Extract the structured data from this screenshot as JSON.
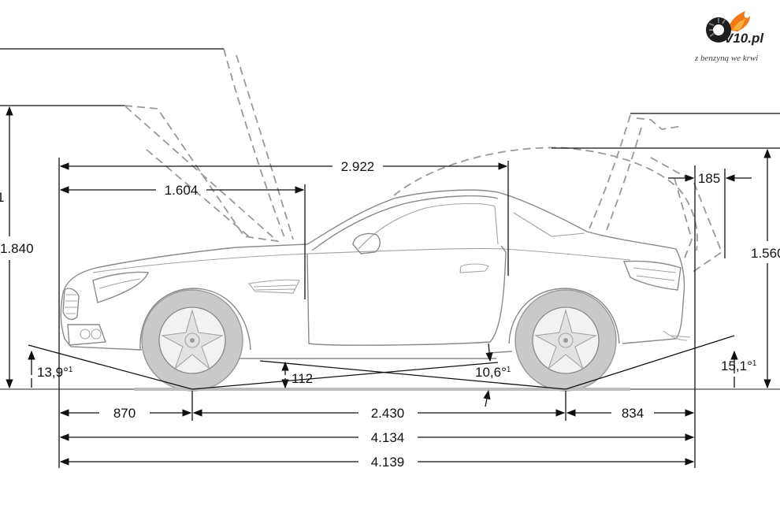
{
  "branding": {
    "name": "V10.pl",
    "tagline": "z benzyną we krwi"
  },
  "dimensions": {
    "wheelbase_upper": "2.922",
    "front_to_a_pillar": "1.604",
    "overall_height_doors": "1.840",
    "height_partial_left": "1",
    "height_right": "1.560",
    "trunk_offset": "185",
    "approach_angle": "13,9°",
    "approach_angle_sup": "1",
    "ramp_angle": "10,6°",
    "ramp_angle_sup": "1",
    "departure_angle": "15,1°",
    "departure_angle_sup": "1",
    "ground_clearance": "112",
    "front_overhang": "870",
    "wheelbase": "2.430",
    "rear_overhang": "834",
    "overall_length": "4.134",
    "overall_length_alt": "4.139"
  },
  "colors": {
    "dimension_lines": "#111111",
    "car_outline": "#8a8a8a",
    "wheels": "#c9c9c9",
    "brand_flame": "#f07a1a"
  }
}
